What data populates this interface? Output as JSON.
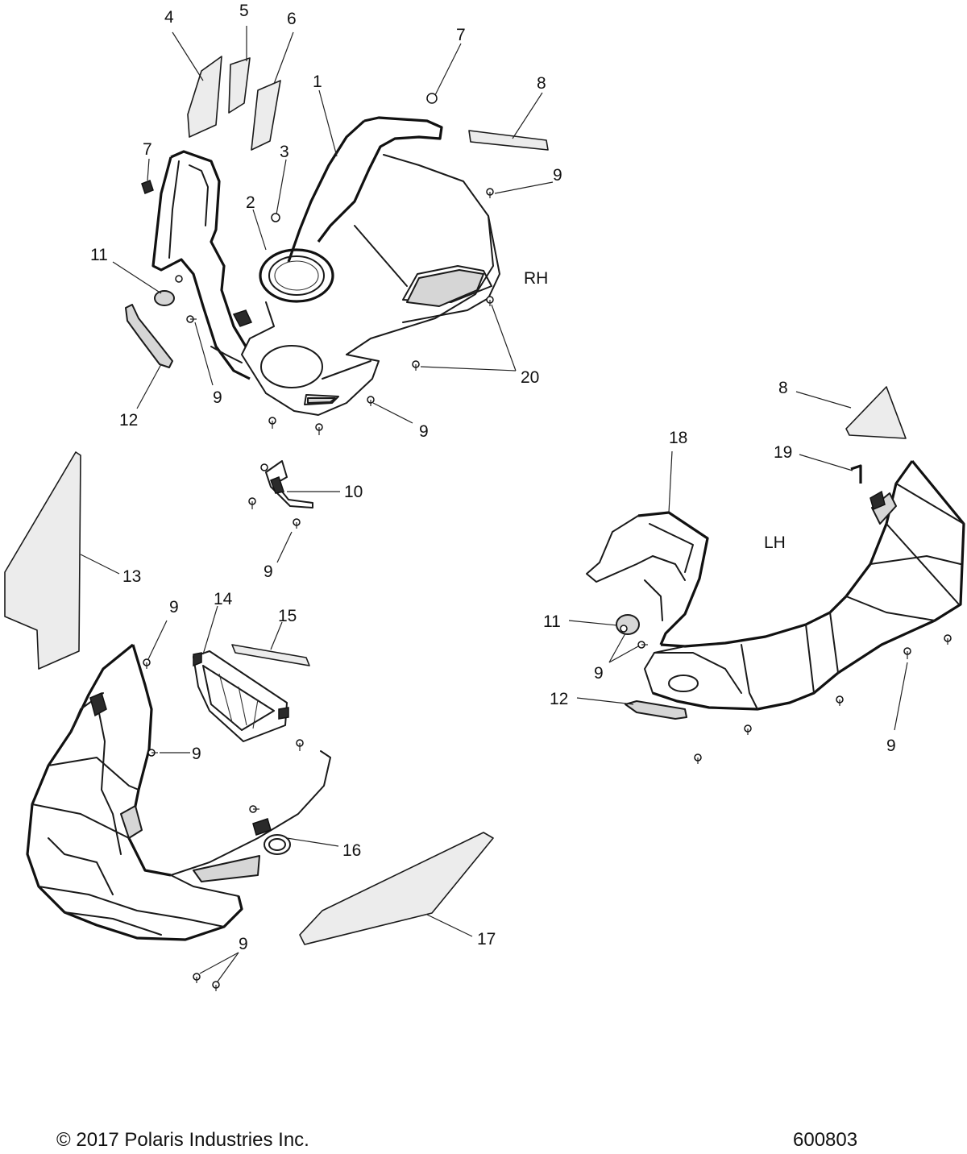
{
  "side_labels": {
    "right_hand": "RH",
    "left_hand": "LH"
  },
  "callouts": {
    "c1": "1",
    "c2": "2",
    "c3": "3",
    "c4": "4",
    "c5": "5",
    "c6": "6",
    "c7a": "7",
    "c7b": "7",
    "c8a": "8",
    "c8b": "8",
    "c9a": "9",
    "c9b": "9",
    "c9c": "9",
    "c9d": "9",
    "c9e": "9",
    "c9f": "9",
    "c9g": "9",
    "c9h": "9",
    "c10": "10",
    "c11a": "11",
    "c11b": "11",
    "c12a": "12",
    "c12b": "12",
    "c13": "13",
    "c14": "14",
    "c15": "15",
    "c16": "16",
    "c17": "17",
    "c18": "18",
    "c19": "19",
    "c20": "20"
  },
  "footer": {
    "copyright": "© 2017 Polaris Industries Inc.",
    "diagram_number": "600803"
  }
}
